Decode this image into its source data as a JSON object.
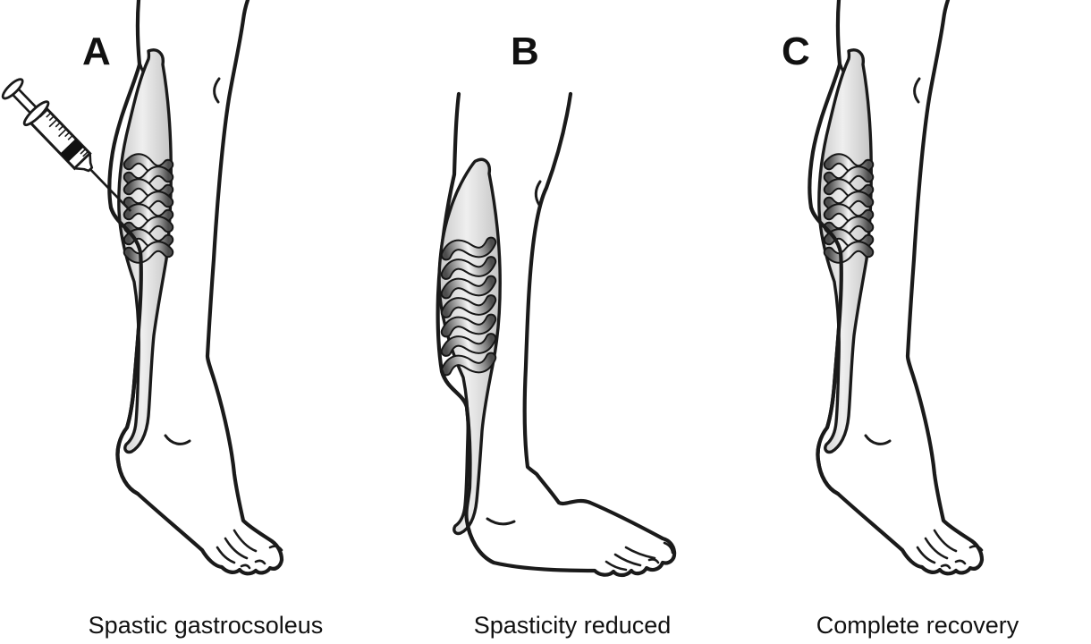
{
  "figure": {
    "type": "medical-illustration",
    "panels": [
      {
        "letter": "A",
        "caption": "Spastic gastrocsoleus",
        "foot_posture": "equinus (tip-toe)",
        "muscle_spring": "compressed",
        "syringe_present": true
      },
      {
        "letter": "B",
        "caption": "Spasticity reduced",
        "foot_posture": "plantigrade (flat on ground)",
        "muscle_spring": "stretched",
        "syringe_present": false
      },
      {
        "letter": "C",
        "caption": "Complete recovery",
        "foot_posture": "equinus (tip-toe)",
        "muscle_spring": "compressed",
        "syringe_present": false
      }
    ],
    "icons": [
      {
        "name": "syringe-icon",
        "meaning": "injection into calf muscle",
        "panel": "A"
      }
    ],
    "colors": {
      "background": "#ffffff",
      "ink": "#1a1a1a",
      "muscle_fill_light": "#efefef",
      "muscle_fill_dark": "#c6c6c6",
      "coil_dark": "#4d4d4d",
      "coil_light": "#f5f5f5"
    }
  }
}
